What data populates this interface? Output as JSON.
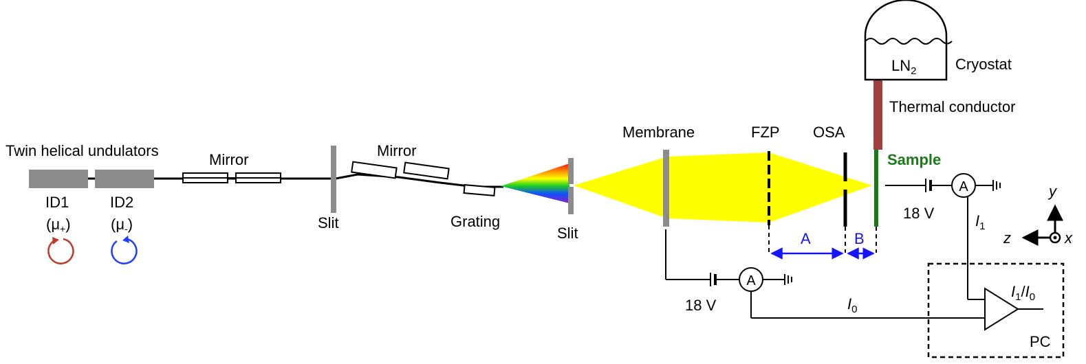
{
  "labels": {
    "undulators": "Twin helical undulators",
    "id1": "ID1",
    "id1_pol": "(μ",
    "id1_pol_sub": "+",
    "id2": "ID2",
    "id2_pol": "(μ",
    "id2_pol_sub": "-",
    "close_paren": ")",
    "mirror1": "Mirror",
    "mirror2": "Mirror",
    "slit1": "Slit",
    "grating": "Grating",
    "slit2": "Slit",
    "membrane": "Membrane",
    "fzp": "FZP",
    "osa": "OSA",
    "sample": "Sample",
    "cryostat": "Cryostat",
    "ln2": "LN",
    "ln2_sub": "2",
    "thermal_conductor": "Thermal conductor",
    "dist_a": "A",
    "dist_b": "B",
    "voltage1": "18 V",
    "voltage2": "18 V",
    "ammeter1": "A",
    "ammeter2": "A",
    "i0": "I",
    "i0_sub": "0",
    "i1": "I",
    "i1_sub": "1",
    "ratio_i1": "I",
    "ratio_i1_sub": "1",
    "ratio_slash": "/",
    "ratio_i0": "I",
    "ratio_i0_sub": "0",
    "pc": "PC",
    "axis_y": "y",
    "axis_z": "z",
    "axis_x": "x"
  },
  "colors": {
    "component_gray": "#8c8c8c",
    "beam_yellow": "#ffff00",
    "circ_red": "#c0392b",
    "circ_blue": "#1f3fff",
    "sample_green": "#1a7a1a",
    "conductor_red": "#a04040",
    "dim_blue": "#1414ff"
  }
}
